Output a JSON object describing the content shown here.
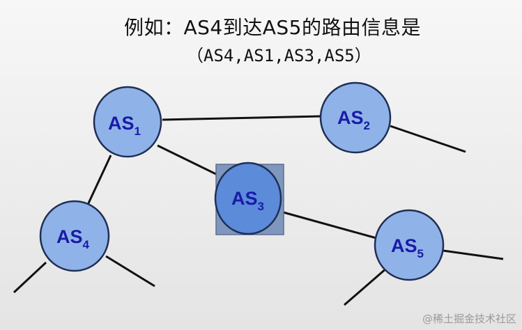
{
  "title": "例如：AS4到达AS5的路由信息是",
  "subtitle": "（AS4,AS1,AS3,AS5）",
  "nodes": {
    "as1": {
      "name": "AS",
      "sub": "1"
    },
    "as2": {
      "name": "AS",
      "sub": "2"
    },
    "as3": {
      "name": "AS",
      "sub": "3"
    },
    "as4": {
      "name": "AS",
      "sub": "4"
    },
    "as5": {
      "name": "AS",
      "sub": "5"
    }
  },
  "highlighted_node": "as3",
  "colors": {
    "node_fill": "#8fb3e8",
    "node_fill_highlight": "#5b8bd9",
    "node_stroke": "#1f2f55",
    "highlight_box": "#7f97bd",
    "label": "#1a1aa8",
    "edge": "#111111"
  },
  "watermark": "@稀土掘金技术社区"
}
